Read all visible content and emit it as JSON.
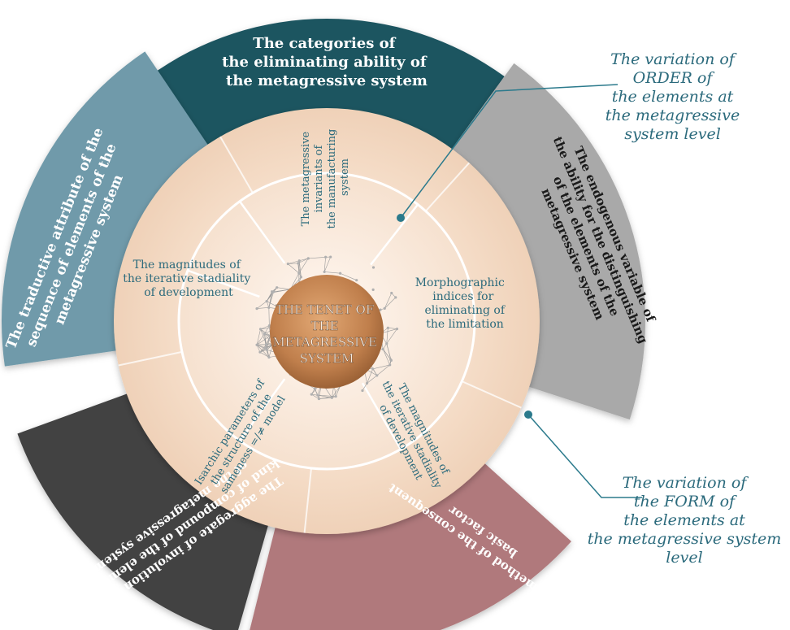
{
  "center": {
    "lines": [
      "THE TENET OF",
      "THE",
      "METAGRESSIVE",
      "SYSTEM"
    ]
  },
  "outer_segments": {
    "top": [
      "The categories of",
      "the eliminating ability of",
      "the metagressive system"
    ],
    "right": [
      "The endogenous variable of",
      "the ability for the distinguishing",
      "of the elements of the",
      "metagressive system"
    ],
    "bottom_right": [
      "The method of the consequent",
      "basic factor"
    ],
    "bottom_left": [
      "The aggregate of involution of a",
      "kind of compound of the elements",
      "of the metagressive system"
    ],
    "left": [
      "The traductive attribute of the",
      "sequence of elements of the",
      "metagressive system"
    ]
  },
  "inner_segments": {
    "top": [
      "The metagressive",
      "invariants of",
      "the manufacturing",
      "system"
    ],
    "right": [
      "Morphographic",
      "indices for",
      "eliminating of",
      "the limitation"
    ],
    "bottom_right": [
      "The magnitudes of",
      "the iterative stadiality",
      "of development"
    ],
    "bottom_left": [
      "Isarchic parameters of",
      "the structure of the",
      "sameness =/≠ model"
    ],
    "left": [
      "The magnitudes of",
      "the iterative stadiality",
      "of development"
    ]
  },
  "callouts": {
    "order": [
      "The variation of",
      "ORDER of",
      "the elements at",
      "the metagressive",
      "system level"
    ],
    "form": [
      "The variation of",
      "the FORM of",
      "the elements at",
      "the metagressive system",
      "level"
    ]
  },
  "colors": {
    "top_band": "#1e5561",
    "right_band": "#a9a9a9",
    "bottom_right_band": "#b0797b",
    "bottom_left_band": "#424242",
    "left_band": "#6f9aaa",
    "disc": "#f6dfcc",
    "inner_text": "#2b6a7c",
    "center_sphere": "#c98a55"
  }
}
